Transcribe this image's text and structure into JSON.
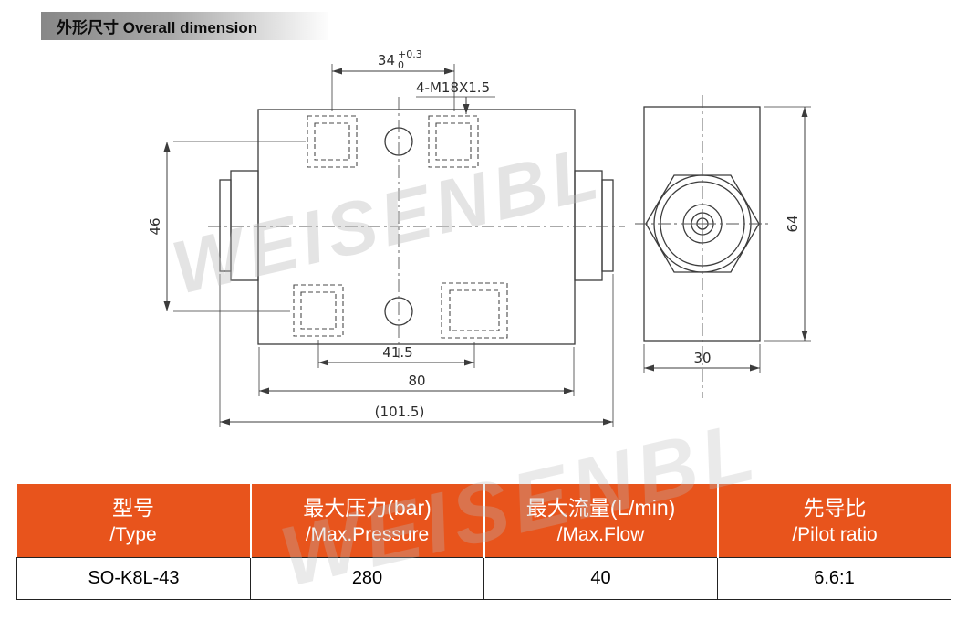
{
  "theme": {
    "accent": "#e8541c",
    "line": "#3c3c3c",
    "watermark": "#bdbdbd"
  },
  "header": {
    "title": "外形尺寸 Overall dimension"
  },
  "watermark": {
    "text": "WEISENBL"
  },
  "drawing": {
    "front": {
      "dim_width_ports": "34",
      "tol_upper": "+0.3",
      "tol_lower": "0",
      "thread_label": "4-M18X1.5",
      "dim_height_ports": "46",
      "dim_bottom_ports": "41.5",
      "dim_body_length": "80",
      "dim_overall_length": "(101.5)"
    },
    "side": {
      "dim_height": "64",
      "dim_width": "30"
    }
  },
  "table": {
    "headers": [
      {
        "zh": "型号",
        "en": "/Type"
      },
      {
        "zh": "最大压力(bar)",
        "en": "/Max.Pressure"
      },
      {
        "zh": "最大流量(L/min)",
        "en": "/Max.Flow"
      },
      {
        "zh": "先导比",
        "en": "/Pilot ratio"
      }
    ],
    "row": {
      "type": "SO-K8L-43",
      "max_pressure": "280",
      "max_flow": "40",
      "pilot_ratio": "6.6:1"
    }
  }
}
